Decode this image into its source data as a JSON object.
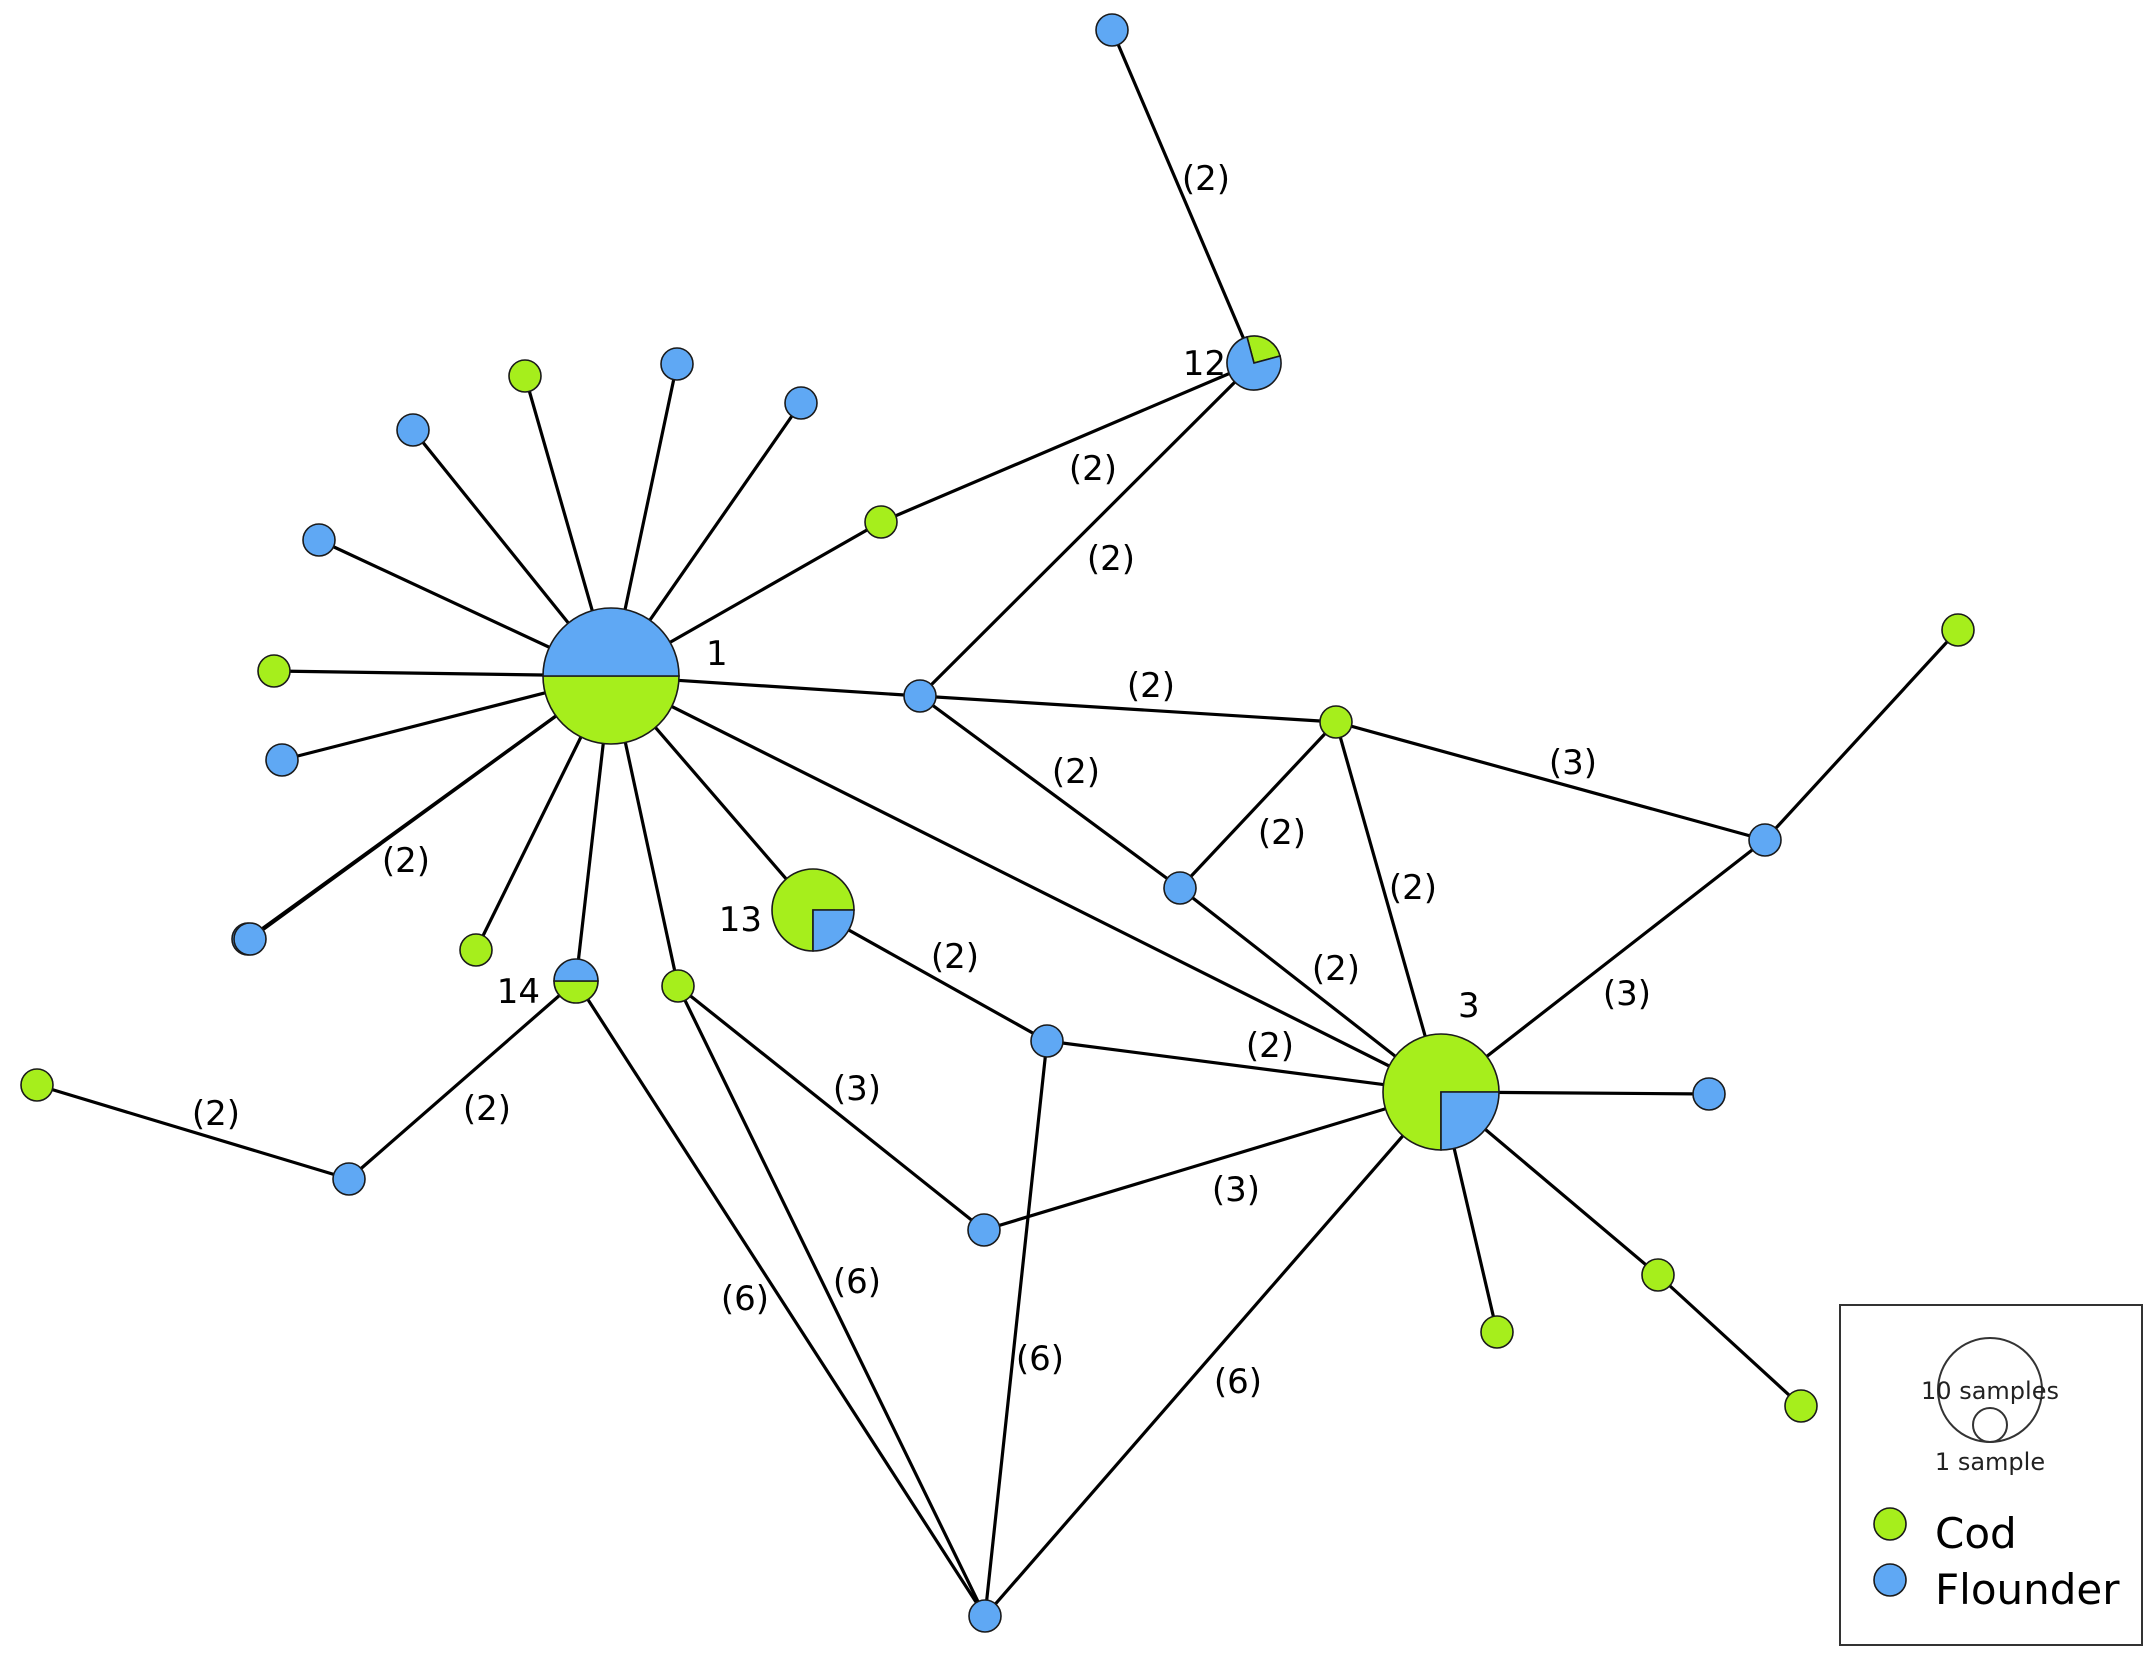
{
  "colors": {
    "cod": "#a6ee1c",
    "flounder": "#5fa8f4",
    "edge": "#000000"
  },
  "nodes": [
    {
      "id": "h1",
      "label": "1",
      "size": 10,
      "cod": 1,
      "flounder": 1
    },
    {
      "id": "h3",
      "label": "3",
      "size": 8,
      "cod": 3,
      "flounder": 1
    },
    {
      "id": "h12",
      "label": "12",
      "size": 2,
      "cod": 1,
      "flounder": 3
    },
    {
      "id": "h13",
      "label": "13",
      "size": 4,
      "cod": 3,
      "flounder": 1
    },
    {
      "id": "h14",
      "label": "14",
      "size": 1.5,
      "cod": 1,
      "flounder": 1
    },
    {
      "id": "s1",
      "label": "",
      "size": 1,
      "cod": 0,
      "flounder": 1
    },
    {
      "id": "s2",
      "label": "",
      "size": 1,
      "cod": 1,
      "flounder": 0
    },
    {
      "id": "s3",
      "label": "",
      "size": 1,
      "cod": 0,
      "flounder": 1
    },
    {
      "id": "s4",
      "label": "",
      "size": 1,
      "cod": 0,
      "flounder": 1
    },
    {
      "id": "s5",
      "label": "",
      "size": 1,
      "cod": 0,
      "flounder": 1
    },
    {
      "id": "s6",
      "label": "",
      "size": 1,
      "cod": 0,
      "flounder": 1
    },
    {
      "id": "s7",
      "label": "",
      "size": 1,
      "cod": 1,
      "flounder": 0
    },
    {
      "id": "s8",
      "label": "",
      "size": 1,
      "cod": 0,
      "flounder": 1
    },
    {
      "id": "s9",
      "label": "",
      "size": 1,
      "cod": 0,
      "flounder": 1
    },
    {
      "id": "s10",
      "label": "",
      "size": 1,
      "cod": 1,
      "flounder": 0
    },
    {
      "id": "s11",
      "label": "",
      "size": 1,
      "cod": 1,
      "flounder": 0
    },
    {
      "id": "s12",
      "label": "",
      "size": 1,
      "cod": 1,
      "flounder": 0
    },
    {
      "id": "s13",
      "label": "",
      "size": 1,
      "cod": 0,
      "flounder": 1
    },
    {
      "id": "s14",
      "label": "",
      "size": 1,
      "cod": 1,
      "flounder": 0
    },
    {
      "id": "s15",
      "label": "",
      "size": 1,
      "cod": 0,
      "flounder": 1
    },
    {
      "id": "s16",
      "label": "",
      "size": 1,
      "cod": 0,
      "flounder": 1
    },
    {
      "id": "s17",
      "label": "",
      "size": 1,
      "cod": 1,
      "flounder": 0
    },
    {
      "id": "s18",
      "label": "",
      "size": 1,
      "cod": 0,
      "flounder": 1
    },
    {
      "id": "s19",
      "label": "",
      "size": 1,
      "cod": 0,
      "flounder": 1
    },
    {
      "id": "s20",
      "label": "",
      "size": 1,
      "cod": 0,
      "flounder": 1
    },
    {
      "id": "s21",
      "label": "",
      "size": 1,
      "cod": 0,
      "flounder": 1
    },
    {
      "id": "s22",
      "label": "",
      "size": 1,
      "cod": 1,
      "flounder": 0
    },
    {
      "id": "s23",
      "label": "",
      "size": 1,
      "cod": 0,
      "flounder": 1
    },
    {
      "id": "s24",
      "label": "",
      "size": 1,
      "cod": 1,
      "flounder": 0
    },
    {
      "id": "s25",
      "label": "",
      "size": 1,
      "cod": 0,
      "flounder": 1
    },
    {
      "id": "s26",
      "label": "",
      "size": 1,
      "cod": 1,
      "flounder": 0
    }
  ],
  "edges": [
    {
      "source": "h1",
      "target": "s1",
      "label": ""
    },
    {
      "source": "h1",
      "target": "s2",
      "label": ""
    },
    {
      "source": "h1",
      "target": "s3",
      "label": ""
    },
    {
      "source": "h1",
      "target": "s4",
      "label": ""
    },
    {
      "source": "h1",
      "target": "s5",
      "label": ""
    },
    {
      "source": "h1",
      "target": "s6",
      "label": ""
    },
    {
      "source": "h1",
      "target": "s7",
      "label": ""
    },
    {
      "source": "h1",
      "target": "s8",
      "label": ""
    },
    {
      "source": "h1",
      "target": "s9",
      "label": "(2)"
    },
    {
      "source": "h1",
      "target": "s10",
      "label": ""
    },
    {
      "source": "h1",
      "target": "h14",
      "label": ""
    },
    {
      "source": "h1",
      "target": "s11",
      "label": ""
    },
    {
      "source": "h1",
      "target": "h13",
      "label": ""
    },
    {
      "source": "h1",
      "target": "s12",
      "label": ""
    },
    {
      "source": "h1",
      "target": "s13",
      "label": ""
    },
    {
      "source": "h1",
      "target": "h3",
      "label": ""
    },
    {
      "source": "s12",
      "target": "h12",
      "label": "(2)"
    },
    {
      "source": "h12",
      "target": "s15",
      "label": "(2)"
    },
    {
      "source": "s13",
      "target": "h12",
      "label": "(2)"
    },
    {
      "source": "s13",
      "target": "s14",
      "label": "(2)"
    },
    {
      "source": "s13",
      "target": "s16",
      "label": "(2)"
    },
    {
      "source": "s16",
      "target": "s14",
      "label": "(2)"
    },
    {
      "source": "s16",
      "target": "h3",
      "label": "(2)"
    },
    {
      "source": "s14",
      "target": "h3",
      "label": "(2)"
    },
    {
      "source": "s14",
      "target": "s18",
      "label": "(3)"
    },
    {
      "source": "s18",
      "target": "s17",
      "label": ""
    },
    {
      "source": "h3",
      "target": "s18",
      "label": "(3)"
    },
    {
      "source": "h13",
      "target": "s19",
      "label": "(2)"
    },
    {
      "source": "s19",
      "target": "h3",
      "label": "(2)"
    },
    {
      "source": "s11",
      "target": "s20",
      "label": "(3)"
    },
    {
      "source": "s20",
      "target": "h3",
      "label": "(3)"
    },
    {
      "source": "h14",
      "target": "s23",
      "label": "(6)"
    },
    {
      "source": "s11",
      "target": "s23",
      "label": "(6)"
    },
    {
      "source": "s19",
      "target": "s23",
      "label": "(6)"
    },
    {
      "source": "h3",
      "target": "s23",
      "label": "(6)"
    },
    {
      "source": "h14",
      "target": "s21",
      "label": "(2)"
    },
    {
      "source": "s21",
      "target": "s22",
      "label": "(2)"
    },
    {
      "source": "h3",
      "target": "s25",
      "label": ""
    },
    {
      "source": "h3",
      "target": "s24",
      "label": ""
    },
    {
      "source": "h3",
      "target": "s26",
      "label": ""
    },
    {
      "source": "s26",
      "target": "s27",
      "label": ""
    }
  ],
  "legend": {
    "scale_large": "10 samples",
    "scale_small": "1 sample",
    "entries": [
      {
        "name": "Cod",
        "color": "#a6ee1c"
      },
      {
        "name": "Flounder",
        "color": "#5fa8f4"
      }
    ]
  }
}
